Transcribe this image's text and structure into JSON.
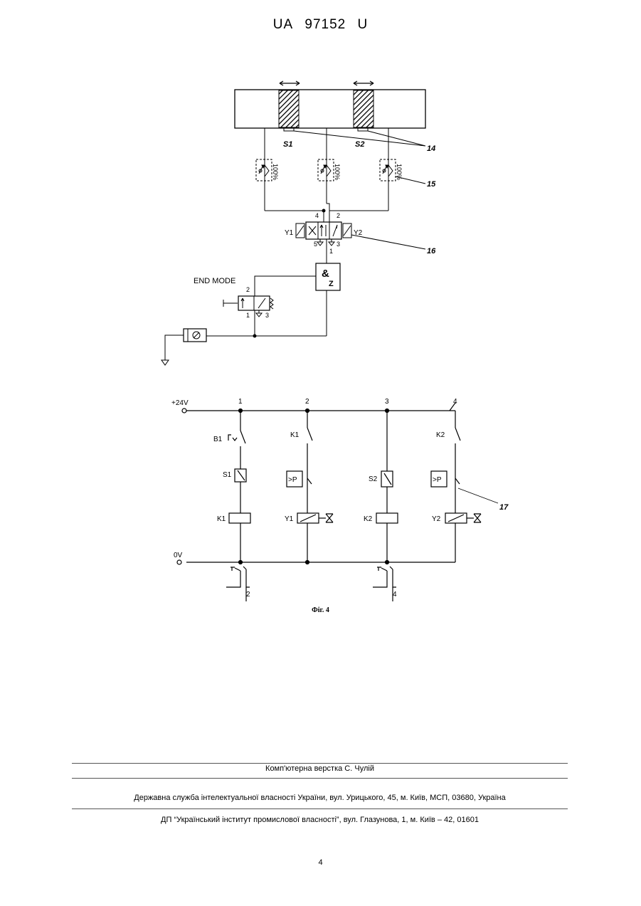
{
  "header": {
    "country": "UA",
    "number": "97152",
    "kind": "U"
  },
  "pneumatic": {
    "sensor_s1": "S1",
    "sensor_s2": "S2",
    "throttle_pct": "100%",
    "ref_14": "14",
    "ref_15": "15",
    "ref_16": "16",
    "valve_port_4": "4",
    "valve_port_2": "2",
    "valve_port_5": "5",
    "valve_port_3": "3",
    "valve_port_1": "1",
    "coil_y1": "Y1",
    "coil_y2": "Y2",
    "and_symbol": "&",
    "and_z": "Z",
    "end_mode": "END MODE",
    "end_port_2": "2",
    "end_port_1": "1",
    "end_port_3": "3"
  },
  "electrical": {
    "supply_pos": "+24V",
    "supply_zero": "0V",
    "col_1": "1",
    "col_2": "2",
    "col_3": "3",
    "col_4": "4",
    "b1": "B1",
    "k1": "K1",
    "k2": "K2",
    "s1": "S1",
    "s2": "S2",
    "k1_coil": "K1",
    "y1": "Y1",
    "k2_coil": "K2",
    "y2": "Y2",
    "pressure_sw": ">P",
    "ref_17": "17",
    "contact_ref_2": "2",
    "contact_ref_4": "4"
  },
  "caption": "Фіг. 4",
  "footer": {
    "layout_by": "Комп'ютерна верстка С. Чулій",
    "agency": "Державна служба інтелектуальної власності України, вул. Урицького, 45, м. Київ, МСП, 03680, Україна",
    "institute": "ДП “Український інститут промислової власності”, вул. Глазунова, 1, м. Київ – 42, 01601"
  },
  "page_number": "4"
}
